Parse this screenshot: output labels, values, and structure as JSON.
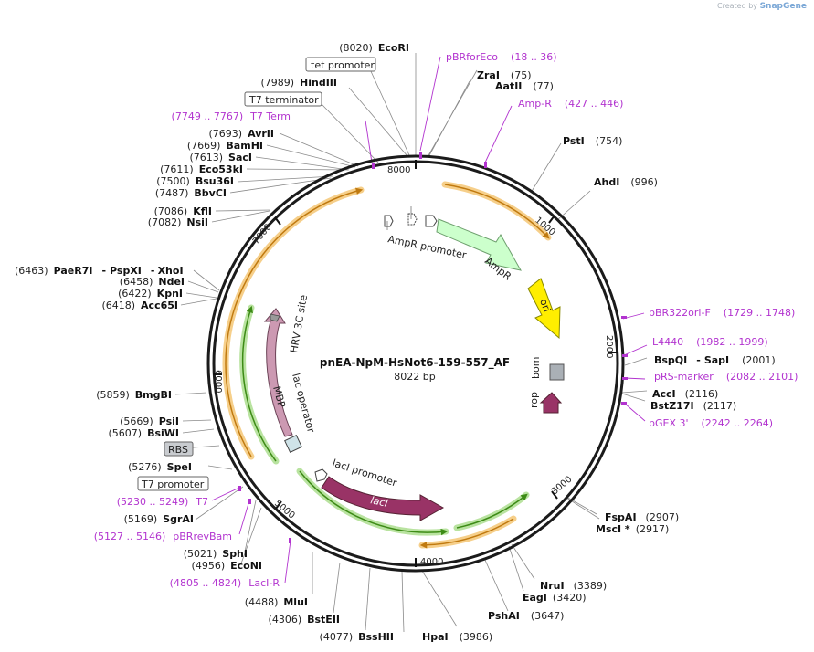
{
  "credit": {
    "prefix": "Created by",
    "brand": "SnapGene"
  },
  "plasmid": {
    "name": "pnEA-NpM-HsNot6-159-557_AF",
    "size_label": "8022 bp",
    "length": 8022
  },
  "ticks": [
    "1000",
    "2000",
    "3000",
    "4000",
    "5000",
    "6000",
    "7000",
    "8000"
  ],
  "boxed_labels": [
    {
      "text": "tet promoter",
      "style": "white"
    },
    {
      "text": "T7 terminator",
      "style": "white"
    },
    {
      "text": "RBS",
      "style": "gray"
    },
    {
      "text": "T7 promoter",
      "style": "white"
    }
  ],
  "sites": [
    {
      "pos": "(8020)",
      "name": "EcoRI",
      "side": "left"
    },
    {
      "pos": "(7989)",
      "name": "HindIII",
      "side": "left"
    },
    {
      "pos": "(7693)",
      "name": "AvrII",
      "side": "left"
    },
    {
      "pos": "(7669)",
      "name": "BamHI",
      "side": "left"
    },
    {
      "pos": "(7613)",
      "name": "SacI",
      "side": "left"
    },
    {
      "pos": "(7611)",
      "name": "Eco53kI",
      "side": "left"
    },
    {
      "pos": "(7500)",
      "name": "Bsu36I",
      "side": "left"
    },
    {
      "pos": "(7487)",
      "name": "BbvCI",
      "side": "left"
    },
    {
      "pos": "(7086)",
      "name": "KflI",
      "side": "left"
    },
    {
      "pos": "(7082)",
      "name": "NsiI",
      "side": "left"
    },
    {
      "pos": "(6463)",
      "name": "PaeR7I",
      "side": "left"
    },
    {
      "pos": "(6458)",
      "name": "NdeI",
      "side": "left"
    },
    {
      "pos": "(6422)",
      "name": "KpnI",
      "side": "left"
    },
    {
      "pos": "(6418)",
      "name": "Acc65I",
      "side": "left"
    },
    {
      "pos": "(5859)",
      "name": "BmgBI",
      "side": "left"
    },
    {
      "pos": "(5669)",
      "name": "PsiI",
      "side": "left"
    },
    {
      "pos": "(5607)",
      "name": "BsiWI",
      "side": "left"
    },
    {
      "pos": "(5276)",
      "name": "SpeI",
      "side": "left"
    },
    {
      "pos": "(5169)",
      "name": "SgrAI",
      "side": "left"
    },
    {
      "pos": "(5021)",
      "name": "SphI",
      "side": "left"
    },
    {
      "pos": "(4956)",
      "name": "EcoNI",
      "side": "left"
    },
    {
      "pos": "(4488)",
      "name": "MluI",
      "side": "left"
    },
    {
      "pos": "(4306)",
      "name": "BstEII",
      "side": "left"
    },
    {
      "pos": "(4077)",
      "name": "BssHII",
      "side": "left"
    },
    {
      "pos": "(3986)",
      "name": "HpaI",
      "side": "right"
    },
    {
      "pos": "(3647)",
      "name": "PshAI",
      "side": "right"
    },
    {
      "pos": "(3420)",
      "name": "EagI",
      "side": "right"
    },
    {
      "pos": "(3389)",
      "name": "NruI",
      "side": "right"
    },
    {
      "pos": "(2917)",
      "name": "MscI *",
      "side": "right"
    },
    {
      "pos": "(2907)",
      "name": "FspAI",
      "side": "right"
    },
    {
      "pos": "(2117)",
      "name": "BstZ17I",
      "side": "right"
    },
    {
      "pos": "(2116)",
      "name": "AccI",
      "side": "right"
    },
    {
      "pos": "(2001)",
      "name": "SapI",
      "side": "right"
    },
    {
      "pos": "",
      "name": "BspQI",
      "side": "right"
    },
    {
      "pos": "(996)",
      "name": "AhdI",
      "side": "right"
    },
    {
      "pos": "(754)",
      "name": "PstI",
      "side": "right"
    },
    {
      "pos": "(77)",
      "name": "AatII",
      "side": "right"
    },
    {
      "pos": "(75)",
      "name": "ZraI",
      "side": "right"
    }
  ],
  "combo_sites": {
    "pspxi": "PspXI",
    "xhoi": "XhoI",
    "sep": "-"
  },
  "primers": [
    {
      "name": "pBRforEco",
      "range": "(18 .. 36)"
    },
    {
      "name": "Amp-R",
      "range": "(427 .. 446)"
    },
    {
      "name": "pBR322ori-F",
      "range": "(1729 .. 1748)"
    },
    {
      "name": "L4440",
      "range": "(1982 .. 1999)"
    },
    {
      "name": "pRS-marker",
      "range": "(2082 .. 2101)"
    },
    {
      "name": "pGEX 3'",
      "range": "(2242 .. 2264)"
    },
    {
      "name": "LacI-R",
      "range": "(4805 .. 4824)"
    },
    {
      "name": "pBRrevBam",
      "range": "(5127 .. 5146)"
    },
    {
      "name": "T7",
      "range": "(5230 .. 5249)"
    },
    {
      "name": "T7 Term",
      "range": "(7749 .. 7767)"
    }
  ],
  "features": {
    "ampr_promoter": "AmpR promoter",
    "ampr": "AmpR",
    "ori": "ori",
    "bom": "bom",
    "rop": "rop",
    "laci_promoter": "lacI promoter",
    "laci": "lacI",
    "mbp": "MBP",
    "hrv": "HRV 3C site",
    "lac_operator": "lac operator"
  },
  "colors": {
    "backbone": "#1b1b1b",
    "orange": "#f0a030",
    "green": "#3d8b16",
    "ampr_fill": "#ccffcc",
    "ori_fill": "#ffee00",
    "rop_fill": "#993366",
    "mbp_fill": "#cc99b2",
    "primer": "#b233cf",
    "bom_fill": "#aab0b6"
  }
}
